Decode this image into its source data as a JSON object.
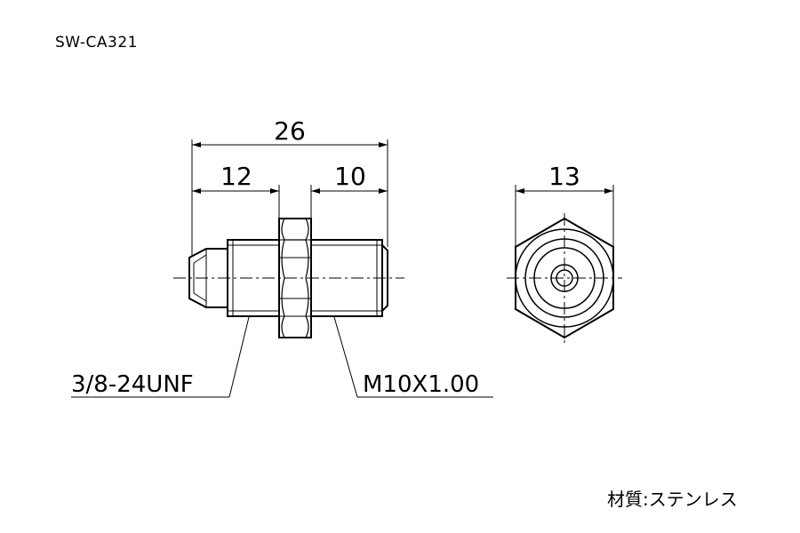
{
  "part_number": "SW-CA321",
  "dimensions": {
    "overall_length": "26",
    "left_length": "12",
    "right_length": "10",
    "hex_width": "13"
  },
  "thread_callouts": {
    "left": "3/8-24UNF",
    "right": "M10X1.00"
  },
  "material_note": "材質:ステンレス"
}
